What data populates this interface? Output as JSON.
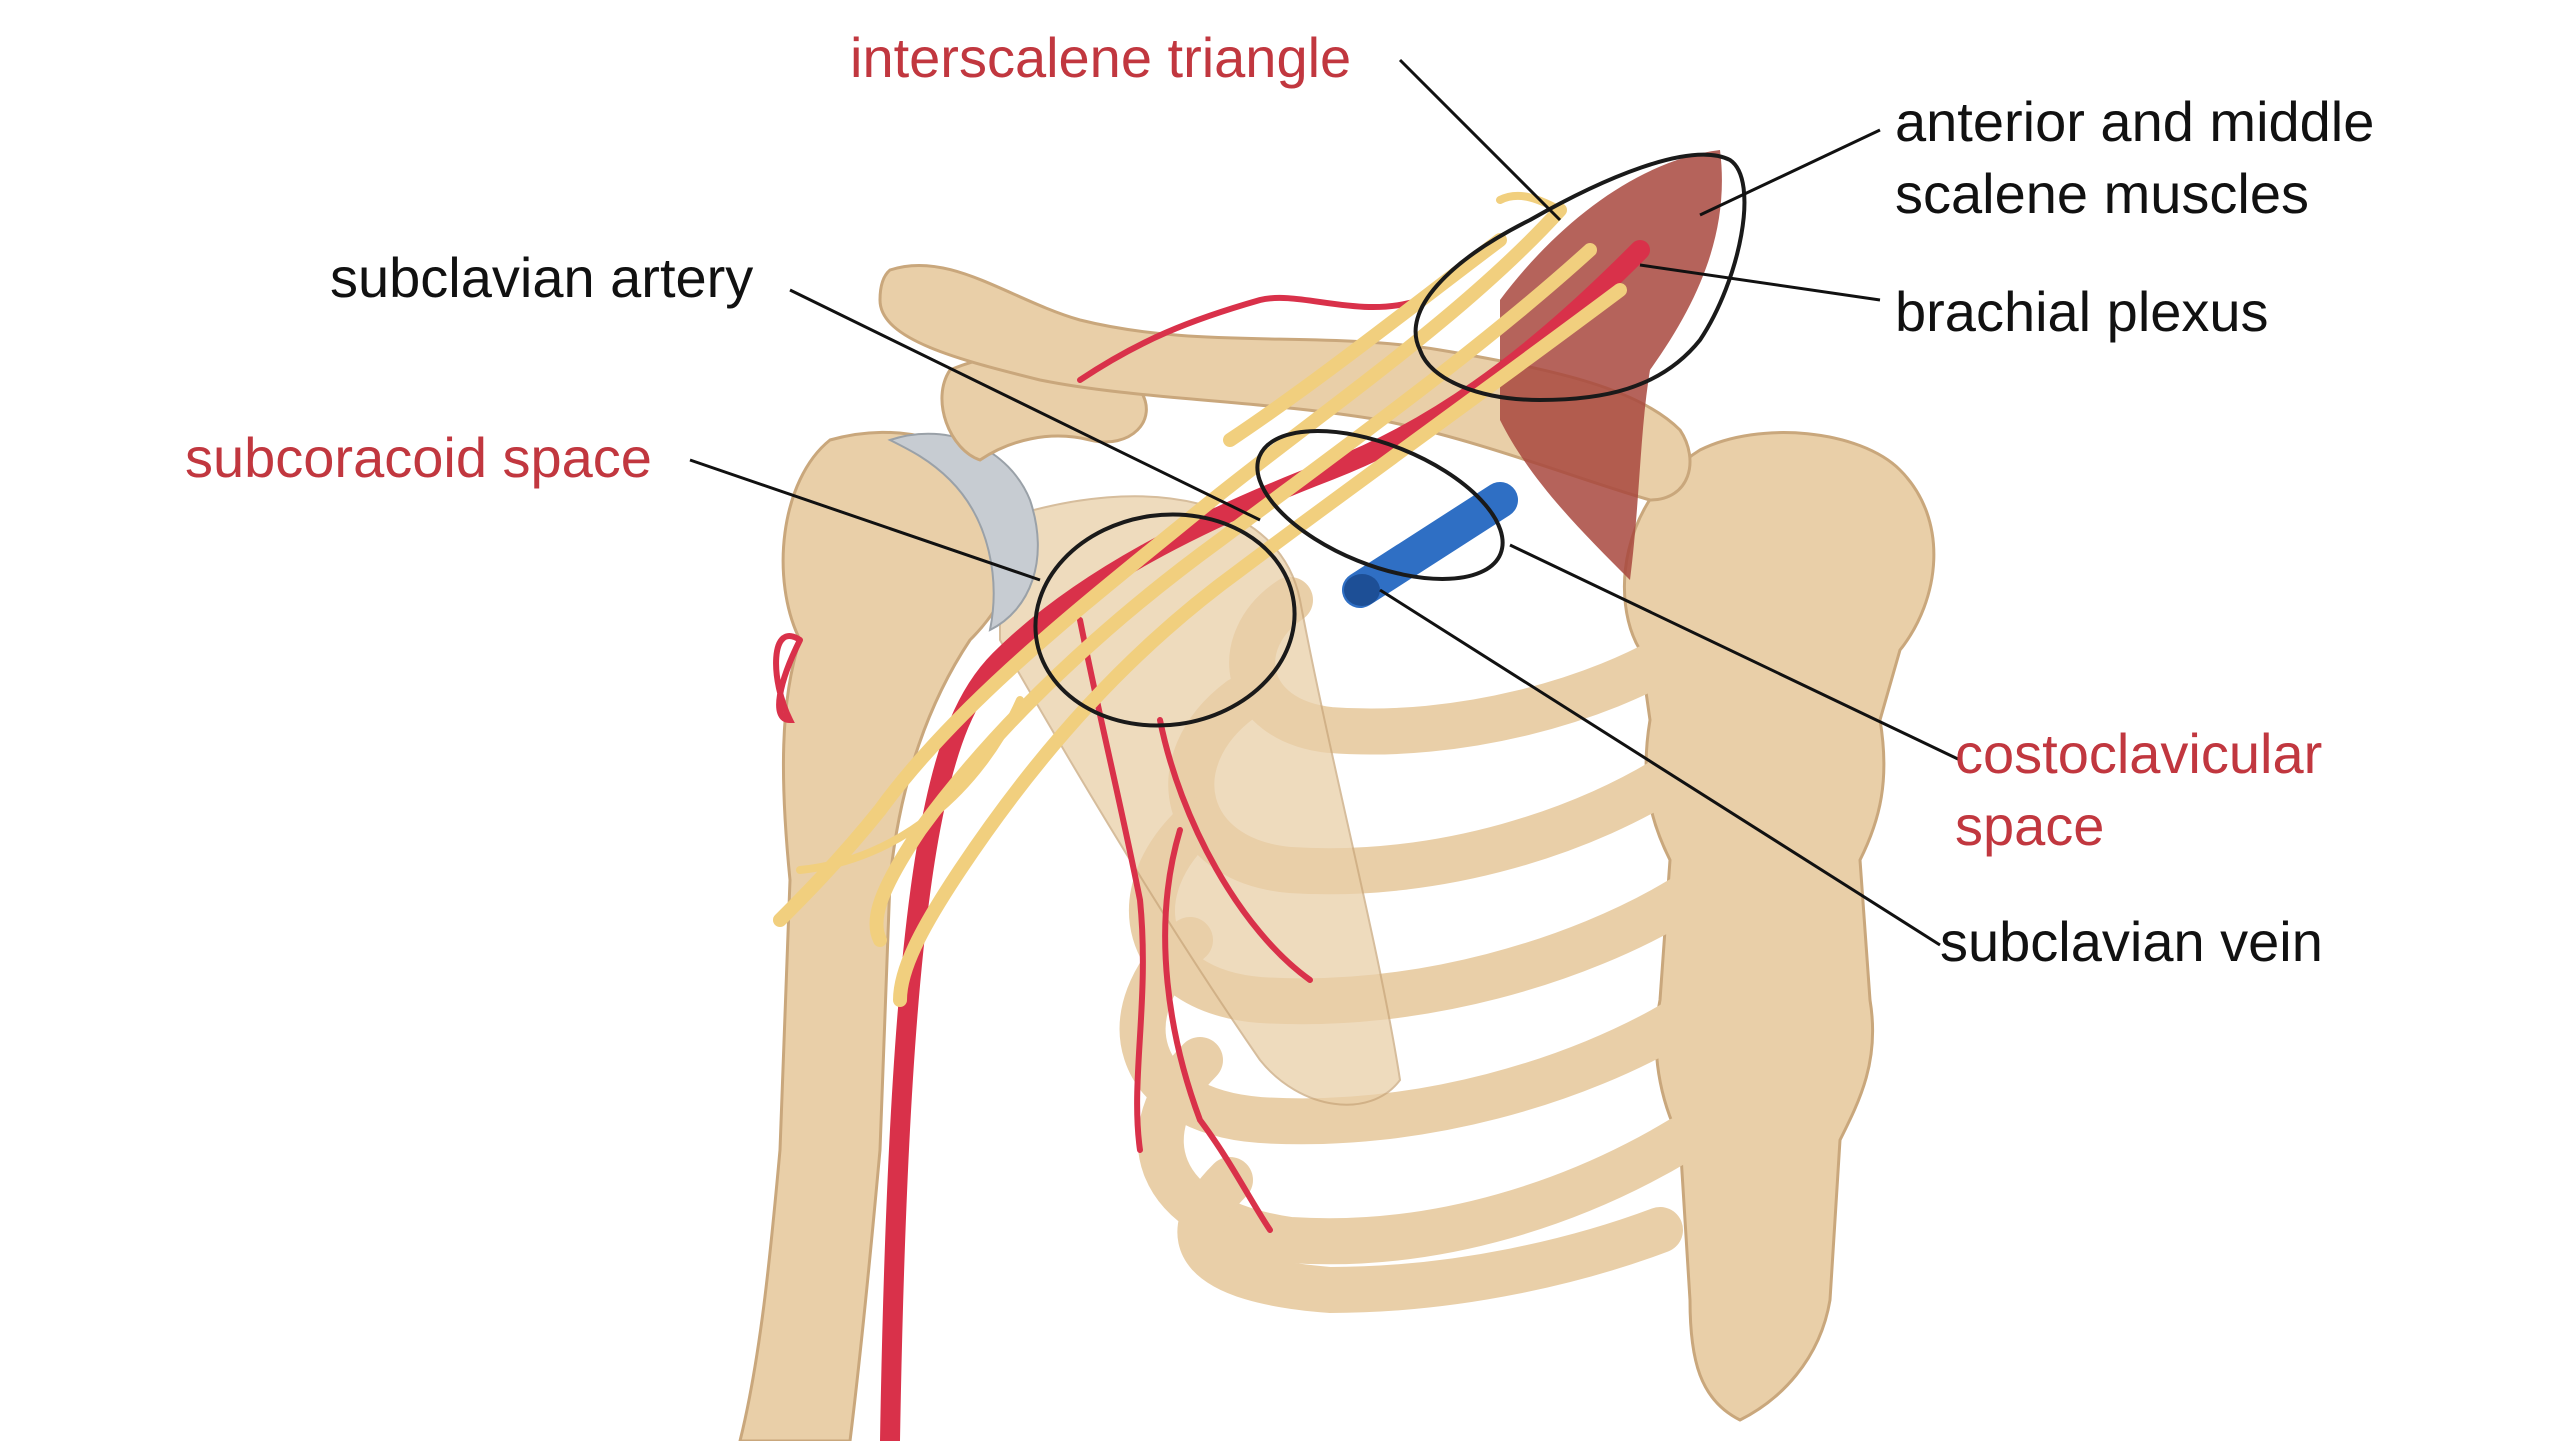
{
  "labels": {
    "interscalene_triangle": {
      "lines": [
        "interscalene triangle"
      ],
      "color": "#c1373f"
    },
    "anterior_middle_scalene": {
      "lines": [
        "anterior and middle",
        "scalene muscles"
      ],
      "color": "#111111"
    },
    "subclavian_artery": {
      "lines": [
        "subclavian artery"
      ],
      "color": "#111111"
    },
    "brachial_plexus": {
      "lines": [
        "brachial plexus"
      ],
      "color": "#111111"
    },
    "subcoracoid_space": {
      "lines": [
        "subcoracoid space"
      ],
      "color": "#c1373f"
    },
    "costoclavicular_space": {
      "lines": [
        "costoclavicular",
        "space"
      ],
      "color": "#c1373f"
    },
    "subclavian_vein": {
      "lines": [
        "subclavian vein"
      ],
      "color": "#111111"
    }
  },
  "colors": {
    "bone": "#e9cfa8",
    "bone_shadow": "#c9a77c",
    "cartilage": "#e4ddd3",
    "nerve": "#f1cf7e",
    "nerve_edge": "#d7ae55",
    "artery": "#d9314a",
    "vein": "#2f6fc4",
    "muscle": "#a8483e",
    "joint_cap": "#c7ccd2",
    "leader": "#111111"
  },
  "icons": {
    "illustration": "shoulder-anatomy-illustration"
  }
}
